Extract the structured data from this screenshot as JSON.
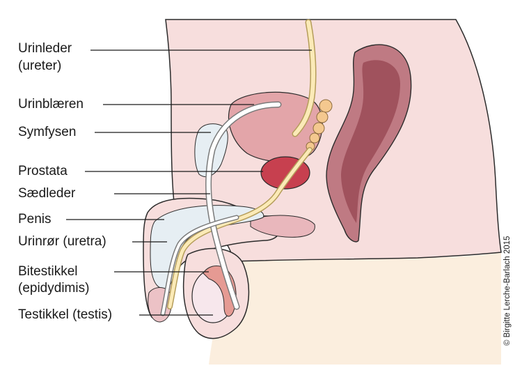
{
  "labels": {
    "urinleder_1": "Urinleder",
    "urinleder_2": "(ureter)",
    "urinblaeren": "Urinblæren",
    "symfysen": "Symfysen",
    "prostata": "Prostata",
    "saedleder": "Sædleder",
    "penis": "Penis",
    "urinror": "Urinrør (uretra)",
    "bitestikkel_1": "Bitestikkel",
    "bitestikkel_2": "(epidydimis)",
    "testikkel": "Testikkel (testis)"
  },
  "credit": "© Birgitte Lerche-Barlach 2015",
  "colors": {
    "skin": "#f7dedd",
    "skin_outline": "#2b2b2b",
    "leg": "#fbeede",
    "bladder": "#e3a5a9",
    "prostata": "#c7404f",
    "rectum": "#bf7a83",
    "rectum_inner": "#a0525d",
    "bone": "#e6eef3",
    "duct": "#fbeab7",
    "duct_stroke": "#b59d5a",
    "testis": "#f7e7ec",
    "epididymis": "#e59a93",
    "urethra": "#ffffff"
  }
}
